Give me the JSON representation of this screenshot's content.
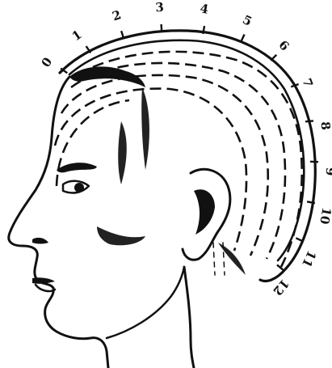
{
  "scale": {
    "labels": [
      "0",
      "1",
      "2",
      "3",
      "4",
      "5",
      "6",
      "7",
      "8",
      "9",
      "10",
      "11",
      "12"
    ]
  },
  "colors": {
    "ink": "#111111",
    "paper": "#ffffff"
  },
  "icons": {
    "figure": "head-profile-with-measuring-scale"
  }
}
